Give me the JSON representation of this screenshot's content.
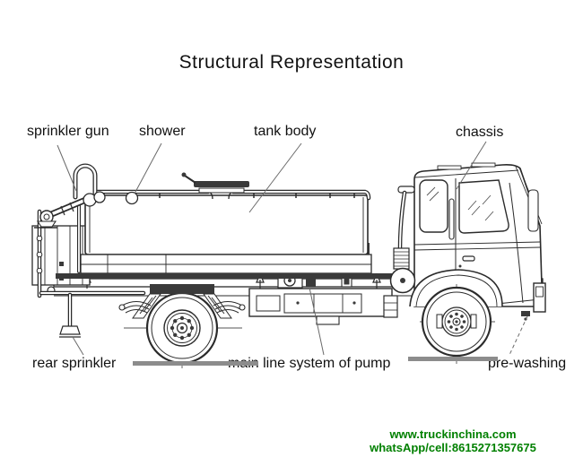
{
  "title": "Structural Representation",
  "labels": {
    "sprinkler_gun": "sprinkler gun",
    "shower": "shower",
    "tank_body": "tank body",
    "chassis": "chassis",
    "rear_sprinkler": "rear sprinkler",
    "main_line": "main line system of pump",
    "pre_washing": "pre-washing"
  },
  "footer": {
    "website": "www.truckinchina.com",
    "contact": "whatsApp/cell:8615271357675"
  },
  "colors": {
    "line": "#2b2b2b",
    "accent_green": "#008000",
    "ground": "#8c8c8c",
    "background": "#ffffff"
  }
}
